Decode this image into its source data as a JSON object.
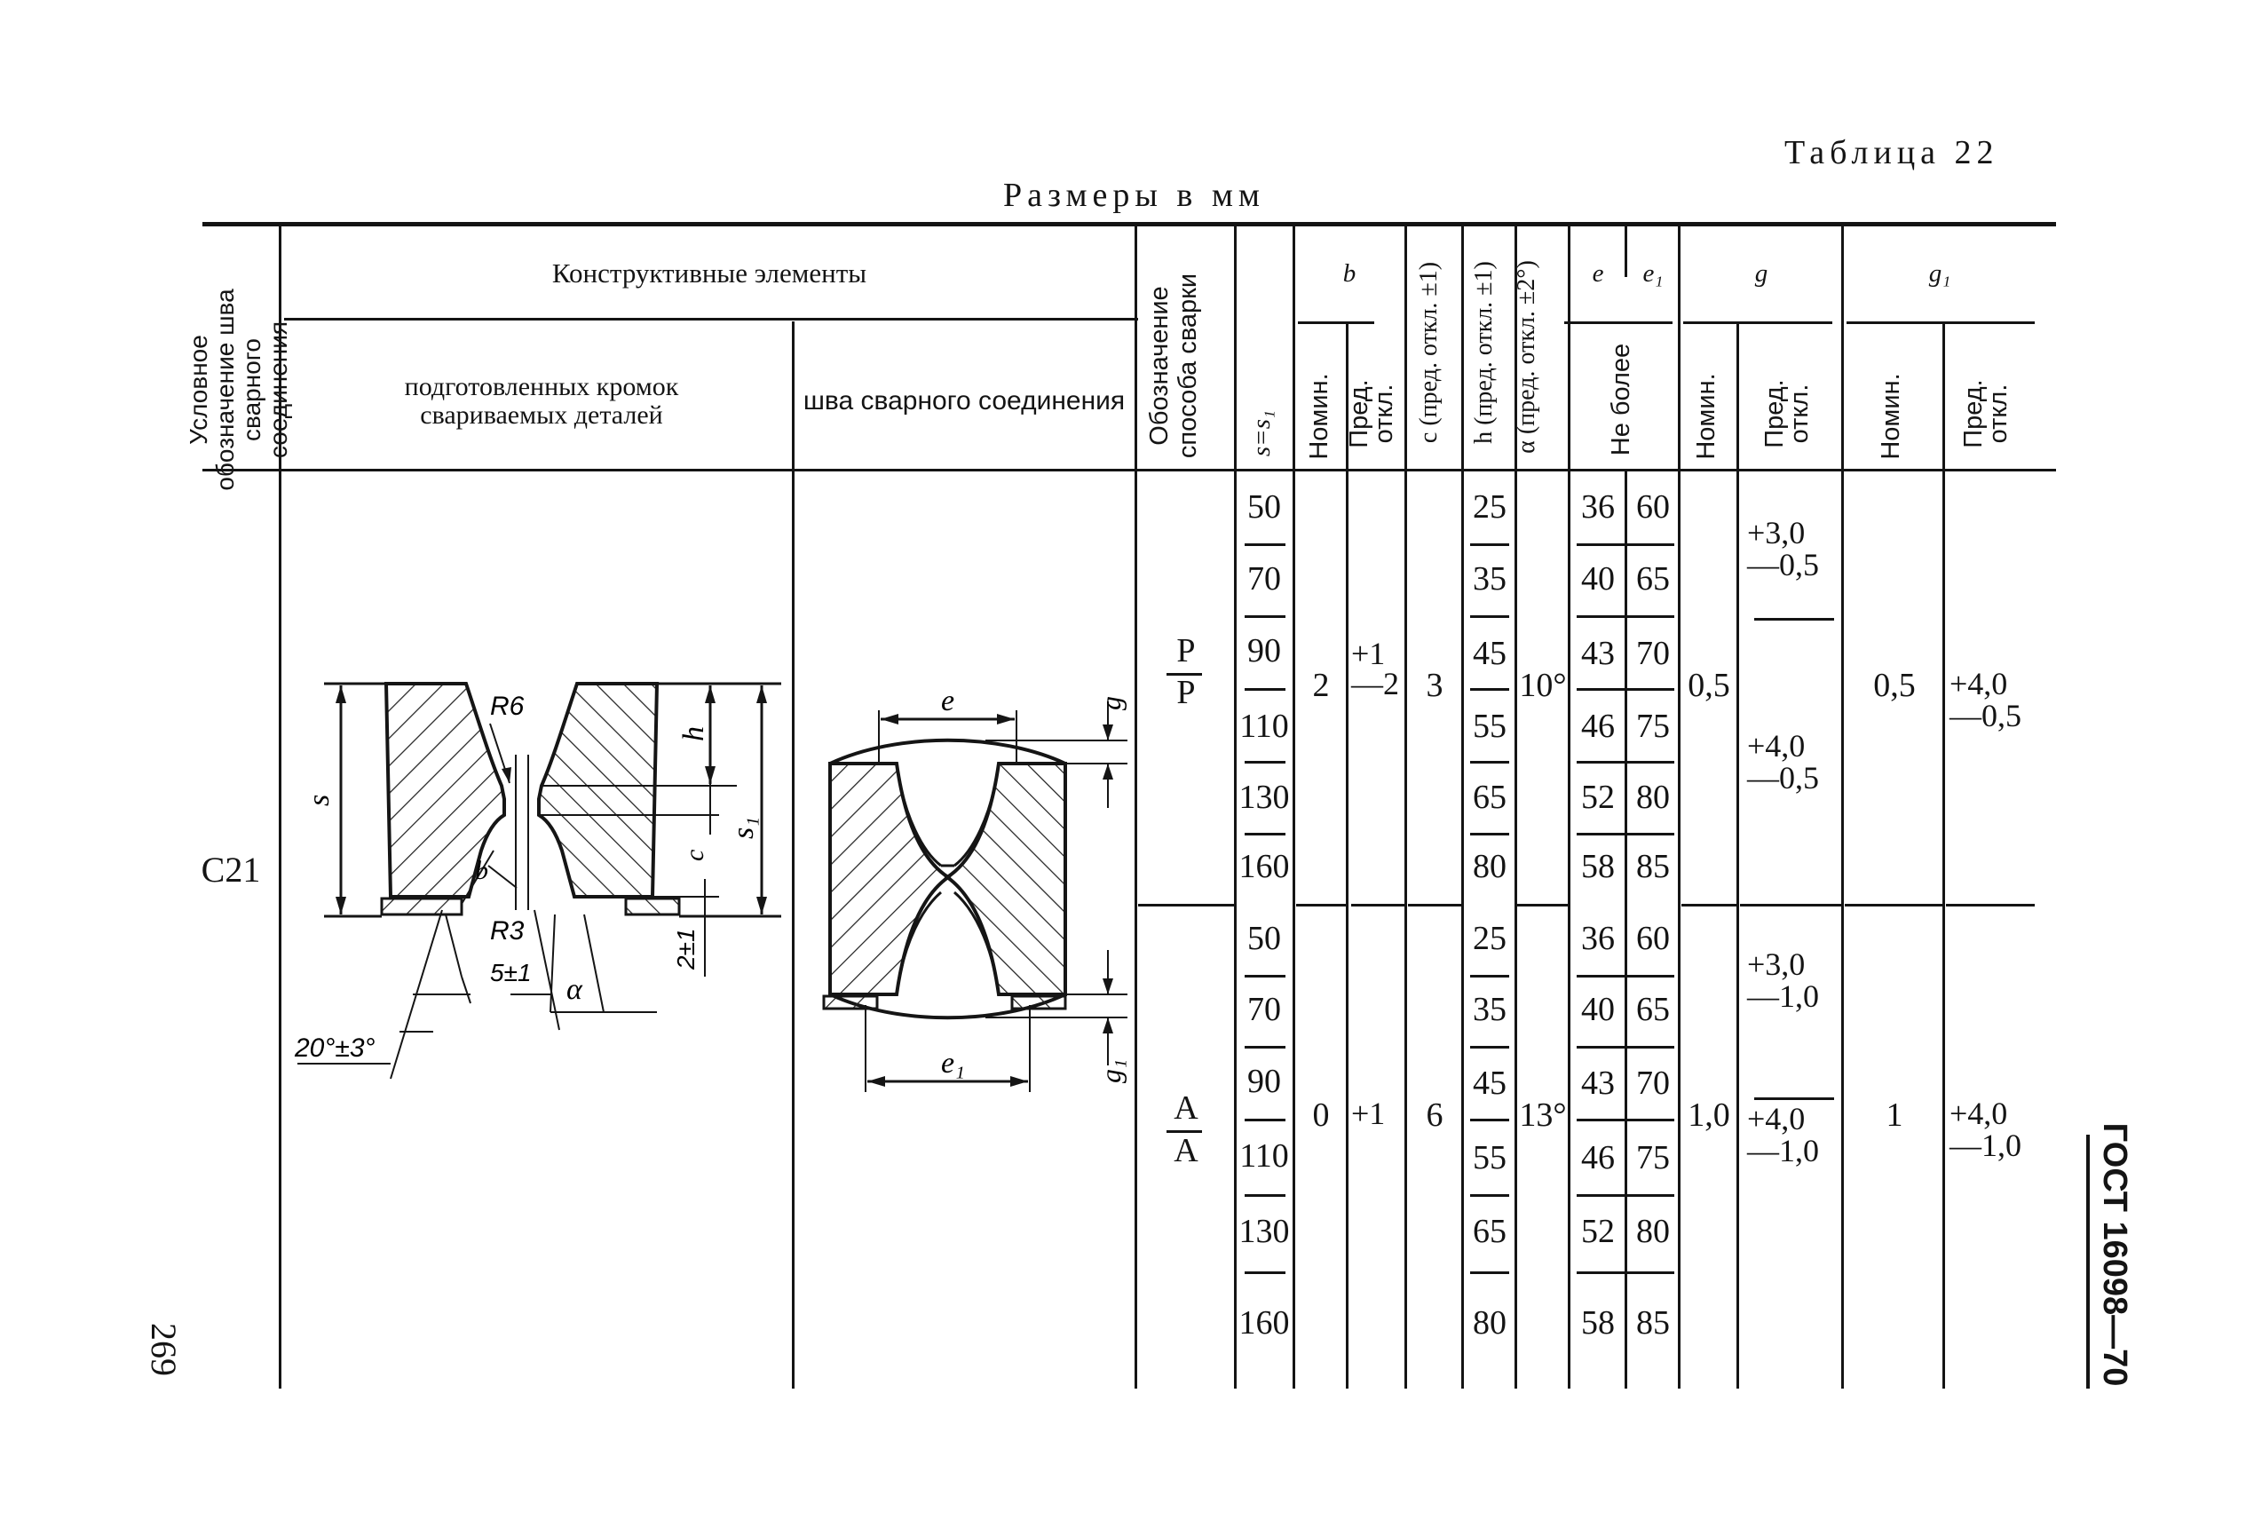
{
  "page": {
    "table_title": "Таблица 22",
    "units": "Размеры в мм",
    "page_number": "269",
    "standard": "ГОСТ 16098—70"
  },
  "headers": {
    "joint_designation": "Условное обозначение шва сварного соединения",
    "structural_elements": "Конструктивные элементы",
    "prepared_edges": "подготовленных кромок свариваемых деталей",
    "weld_seam": "шва сварного соединения",
    "welding_method": "Обозначение способа сварки",
    "s": "s=s₁",
    "b": "b",
    "nom": "Номин.",
    "dev": "Пред. откл.",
    "c": "c (пред. откл. ±1)",
    "h": "h (пред. откл. ±1)",
    "alpha": "α (пред. откл. ±2°)",
    "e": "e",
    "e1": "e₁",
    "not_more": "Не более",
    "g": "g",
    "g1": "g₁"
  },
  "joint": "С21",
  "methods": [
    {
      "numerator": "Р",
      "denominator": "Р",
      "b_nom": "2",
      "b_dev_plus": "+1",
      "b_dev_minus": "—2",
      "c": "3",
      "alpha": "10°",
      "g_nom": "0,5",
      "g_dev": [
        {
          "plus": "+3,0",
          "minus": "—0,5"
        },
        {
          "plus": "+4,0",
          "minus": "—0,5"
        }
      ],
      "g1_nom": "0,5",
      "g1_dev_plus": "+4,0",
      "g1_dev_minus": "—0,5",
      "rows": [
        {
          "s": "50",
          "h": "25",
          "e": "36",
          "e1": "60"
        },
        {
          "s": "70",
          "h": "35",
          "e": "40",
          "e1": "65"
        },
        {
          "s": "90",
          "h": "45",
          "e": "43",
          "e1": "70"
        },
        {
          "s": "110",
          "h": "55",
          "e": "46",
          "e1": "75"
        },
        {
          "s": "130",
          "h": "65",
          "e": "52",
          "e1": "80"
        },
        {
          "s": "160",
          "h": "80",
          "e": "58",
          "e1": "85"
        }
      ]
    },
    {
      "numerator": "А",
      "denominator": "А",
      "b_nom": "0",
      "b_dev_plus": "+1",
      "b_dev_minus": "",
      "c": "6",
      "alpha": "13°",
      "g_nom": "1,0",
      "g_dev": [
        {
          "plus": "+3,0",
          "minus": "—1,0"
        },
        {
          "plus": "+4,0",
          "minus": "—1,0"
        }
      ],
      "g1_nom": "1",
      "g1_dev_plus": "+4,0",
      "g1_dev_minus": "—1,0",
      "rows": [
        {
          "s": "50",
          "h": "25",
          "e": "36",
          "e1": "60"
        },
        {
          "s": "70",
          "h": "35",
          "e": "40",
          "e1": "65"
        },
        {
          "s": "90",
          "h": "45",
          "e": "43",
          "e1": "70"
        },
        {
          "s": "110",
          "h": "55",
          "e": "46",
          "e1": "75"
        },
        {
          "s": "130",
          "h": "65",
          "e": "52",
          "e1": "80"
        },
        {
          "s": "160",
          "h": "80",
          "e": "58",
          "e1": "85"
        }
      ]
    }
  ],
  "drawing1": {
    "labels": {
      "s": "s",
      "R6": "R6",
      "h": "h",
      "c": "c",
      "s1": "s₁",
      "b": "b",
      "R3": "R3",
      "five": "5±1",
      "two": "2±1",
      "alpha": "α",
      "angle": "20°±3°"
    }
  },
  "drawing2": {
    "labels": {
      "e": "e",
      "g": "g",
      "e1": "e₁",
      "g1": "g₁"
    }
  }
}
